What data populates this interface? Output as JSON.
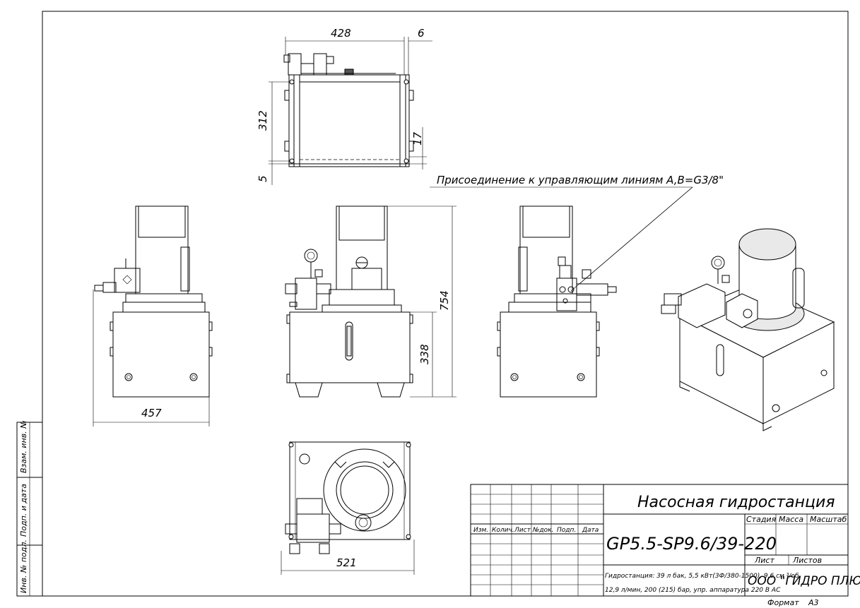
{
  "dimensions": {
    "top_width": "428",
    "top_gap": "6",
    "top_depth": "312",
    "top_offset_right": "17",
    "top_offset_bottom": "5",
    "side_width": "457",
    "height_total": "754",
    "height_tank": "338",
    "plan_width": "521"
  },
  "callout": "Присоединение к управляющим линиям A,B=G3/8\"",
  "side_stamp": [
    "Взам. инв. №",
    "Подп. и дата",
    "Инв. № подл."
  ],
  "title_block": {
    "revision_headers": [
      "Изм.",
      "Колич.",
      "Лист",
      "№док.",
      "Подп.",
      "Дата"
    ],
    "title": "Насосная гидростанция",
    "code": "GP5.5-SP9.6/39-220",
    "cols": [
      "Стадия",
      "Масса",
      "Масштаб"
    ],
    "sheet_labels": [
      "Лист",
      "Листов"
    ],
    "description_line1": "Гидростанция: 39 л бак, 5,5 кВт(3Ф/380-1500), 9,6 см ³/об,",
    "description_line2": "12,9 л/мин, 200 (215) бар, упр. аппаратура 220 В AC",
    "company": "ООО \"ГИДРО ПЛЮС\"",
    "format_label": "Формат",
    "format_value": "А3"
  }
}
